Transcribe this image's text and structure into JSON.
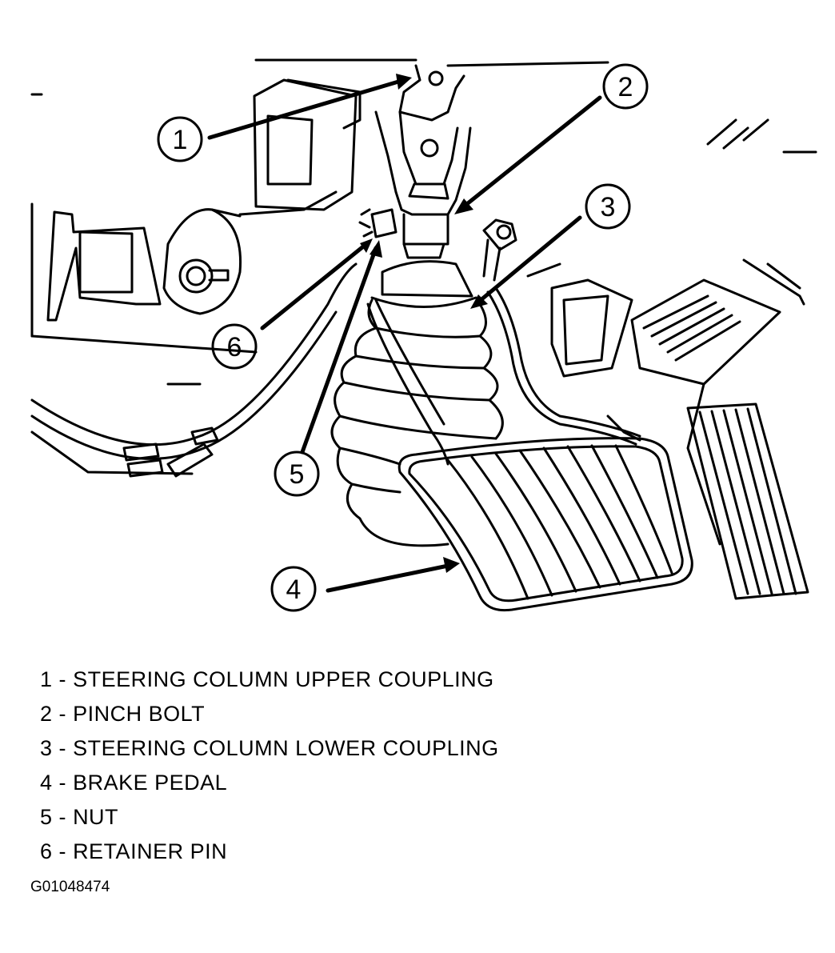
{
  "callouts": [
    {
      "number": "1",
      "label": "STEERING COLUMN UPPER COUPLING"
    },
    {
      "number": "2",
      "label": "PINCH BOLT"
    },
    {
      "number": "3",
      "label": "STEERING COLUMN LOWER COUPLING"
    },
    {
      "number": "4",
      "label": "BRAKE PEDAL"
    },
    {
      "number": "5",
      "label": "NUT"
    },
    {
      "number": "6",
      "label": "RETAINER PIN"
    }
  ],
  "legend": [
    {
      "number": "1",
      "separator": "-",
      "text": "STEERING COLUMN UPPER COUPLING"
    },
    {
      "number": "2",
      "separator": "-",
      "text": "PINCH BOLT"
    },
    {
      "number": "3",
      "separator": "-",
      "text": "STEERING COLUMN LOWER COUPLING"
    },
    {
      "number": "4",
      "separator": "-",
      "text": "BRAKE PEDAL"
    },
    {
      "number": "5",
      "separator": "-",
      "text": "NUT"
    },
    {
      "number": "6",
      "separator": "-",
      "text": "RETAINER PIN"
    }
  ],
  "figure_id": "G01048474"
}
